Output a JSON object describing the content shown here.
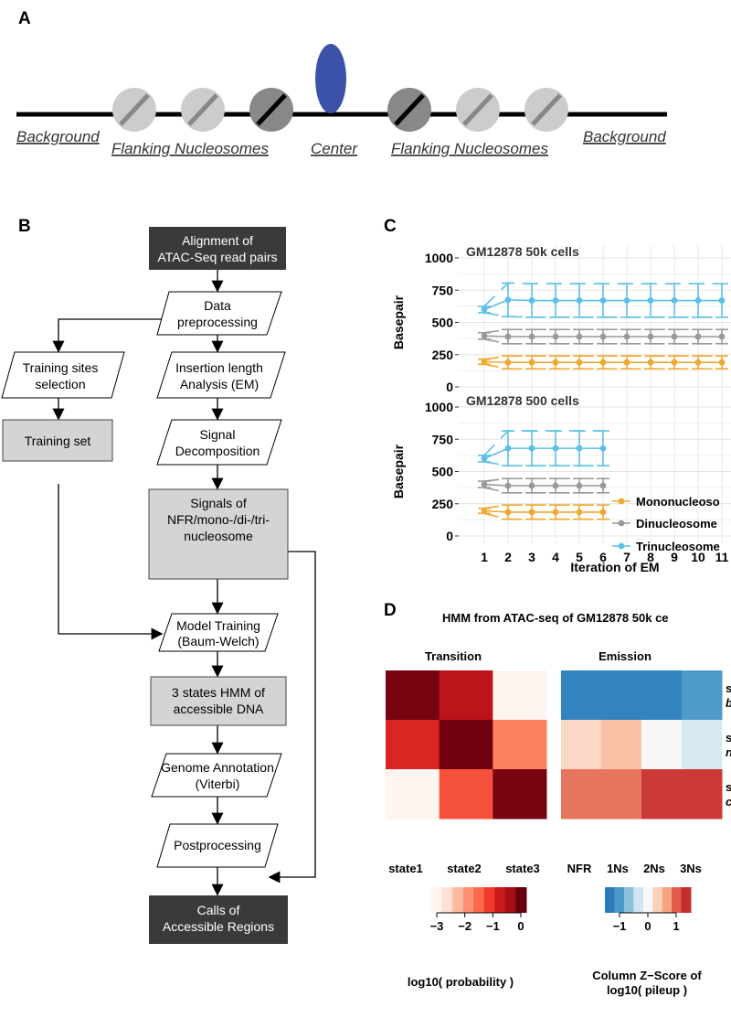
{
  "panels": {
    "a": "A",
    "b": "B",
    "c": "C",
    "d": "D"
  },
  "panel_a": {
    "labels": {
      "background_left": "Background",
      "flanking_left": "Flanking Nucleosomes",
      "center": "Center",
      "flanking_right": "Flanking Nucleosomes",
      "background_right": "Background"
    },
    "colors": {
      "center_oval": "#3b52a8",
      "nucleosome_light": "#cccccc",
      "nucleosome_dark": "#888888"
    }
  },
  "flowchart": {
    "alignment": [
      "Alignment of",
      "ATAC-Seq read pairs"
    ],
    "preprocess": [
      "Data",
      "preprocessing"
    ],
    "training_sites": [
      "Training sites",
      "selection"
    ],
    "insertion": [
      "Insertion length",
      "Analysis (EM)"
    ],
    "training_set": "Training set",
    "decomposition": [
      "Signal",
      "Decomposition"
    ],
    "signals": [
      "Signals of",
      "NFR/mono-/di-/tri-",
      "nucleosome"
    ],
    "model_training": [
      "Model Training",
      "(Baum-Welch)"
    ],
    "hmm": [
      "3 states HMM of",
      "accessible DNA"
    ],
    "annotation": [
      "Genome Annotation",
      "(Viterbi)"
    ],
    "postprocessing": "Postprocessing",
    "calls": [
      "Calls of",
      "Accessible Regions"
    ]
  },
  "chart_data": [
    {
      "type": "line",
      "title": "GM12878 50k cells",
      "ylabel": "Basepair",
      "xlabel": "Iteration of EM",
      "ylim": [
        0,
        1000
      ],
      "yticks": [
        0,
        250,
        500,
        750,
        1000
      ],
      "x": [
        1,
        2,
        3,
        4,
        5,
        6,
        7,
        8,
        9,
        10,
        11
      ],
      "series": [
        {
          "name": "Mononucleosome",
          "color": "#f0a830",
          "values": [
            195,
            190,
            190,
            190,
            190,
            190,
            190,
            190,
            190,
            190,
            190
          ],
          "err": [
            20,
            50,
            50,
            50,
            50,
            50,
            50,
            50,
            50,
            50,
            50
          ]
        },
        {
          "name": "Dinucleosome",
          "color": "#999999",
          "values": [
            395,
            390,
            390,
            390,
            390,
            390,
            390,
            390,
            390,
            390,
            390
          ],
          "err": [
            25,
            55,
            55,
            55,
            55,
            55,
            55,
            55,
            55,
            55,
            55
          ]
        },
        {
          "name": "Trinucleosome",
          "color": "#5bc0e6",
          "values": [
            600,
            675,
            670,
            670,
            670,
            670,
            670,
            670,
            670,
            670,
            670
          ],
          "err": [
            25,
            130,
            130,
            130,
            130,
            130,
            130,
            130,
            130,
            130,
            130
          ]
        }
      ]
    },
    {
      "type": "line",
      "title": "GM12878 500 cells",
      "ylabel": "Basepair",
      "xlabel": "Iteration of EM",
      "ylim": [
        0,
        1000
      ],
      "yticks": [
        0,
        250,
        500,
        750,
        1000
      ],
      "x": [
        1,
        2,
        3,
        4,
        5,
        6
      ],
      "xticks": [
        "1",
        "2",
        "3",
        "4",
        "5",
        "6",
        "7",
        "8",
        "9",
        "10",
        "11"
      ],
      "legend": [
        "Mononucleoso",
        "Dinucleosome",
        "Trinucleosome"
      ],
      "series": [
        {
          "name": "Mononucleosome",
          "color": "#f0a830",
          "values": [
            195,
            185,
            185,
            185,
            185,
            185
          ],
          "err": [
            20,
            55,
            55,
            55,
            55,
            55
          ]
        },
        {
          "name": "Dinucleosome",
          "color": "#999999",
          "values": [
            400,
            390,
            390,
            390,
            390,
            390
          ],
          "err": [
            25,
            55,
            55,
            55,
            55,
            55
          ]
        },
        {
          "name": "Trinucleosome",
          "color": "#5bc0e6",
          "values": [
            600,
            680,
            680,
            680,
            680,
            680
          ],
          "err": [
            25,
            135,
            135,
            135,
            135,
            135
          ]
        }
      ]
    },
    {
      "type": "heatmap",
      "title": "HMM from ATAC-seq of GM12878 50k ce",
      "transition": {
        "label": "Transition",
        "columns": [
          "state1",
          "state2",
          "state3"
        ],
        "values": [
          [
            -0.1,
            -0.6,
            -3.0
          ],
          [
            -0.9,
            -0.05,
            -1.7
          ],
          [
            -3.0,
            -1.3,
            -0.1
          ]
        ],
        "scale_ticks": [
          "−3",
          "−2",
          "−1",
          "0"
        ],
        "scale_label": "log10( probability )"
      },
      "emission": {
        "label": "Emission",
        "columns": [
          "NFR",
          "1Ns",
          "2Ns",
          "3Ns"
        ],
        "values": [
          [
            -1.4,
            -1.4,
            -1.4,
            -1.1
          ],
          [
            0.3,
            0.5,
            0.0,
            -0.3
          ],
          [
            1.0,
            1.0,
            1.4,
            1.4
          ]
        ],
        "scale_ticks": [
          "−1",
          "0",
          "1"
        ],
        "scale_label": [
          "Column Z−Score of",
          "log10( pileup )"
        ]
      },
      "row_labels": [
        [
          "st",
          "b"
        ],
        [
          "st",
          "n"
        ],
        [
          "st",
          "c"
        ]
      ]
    }
  ]
}
